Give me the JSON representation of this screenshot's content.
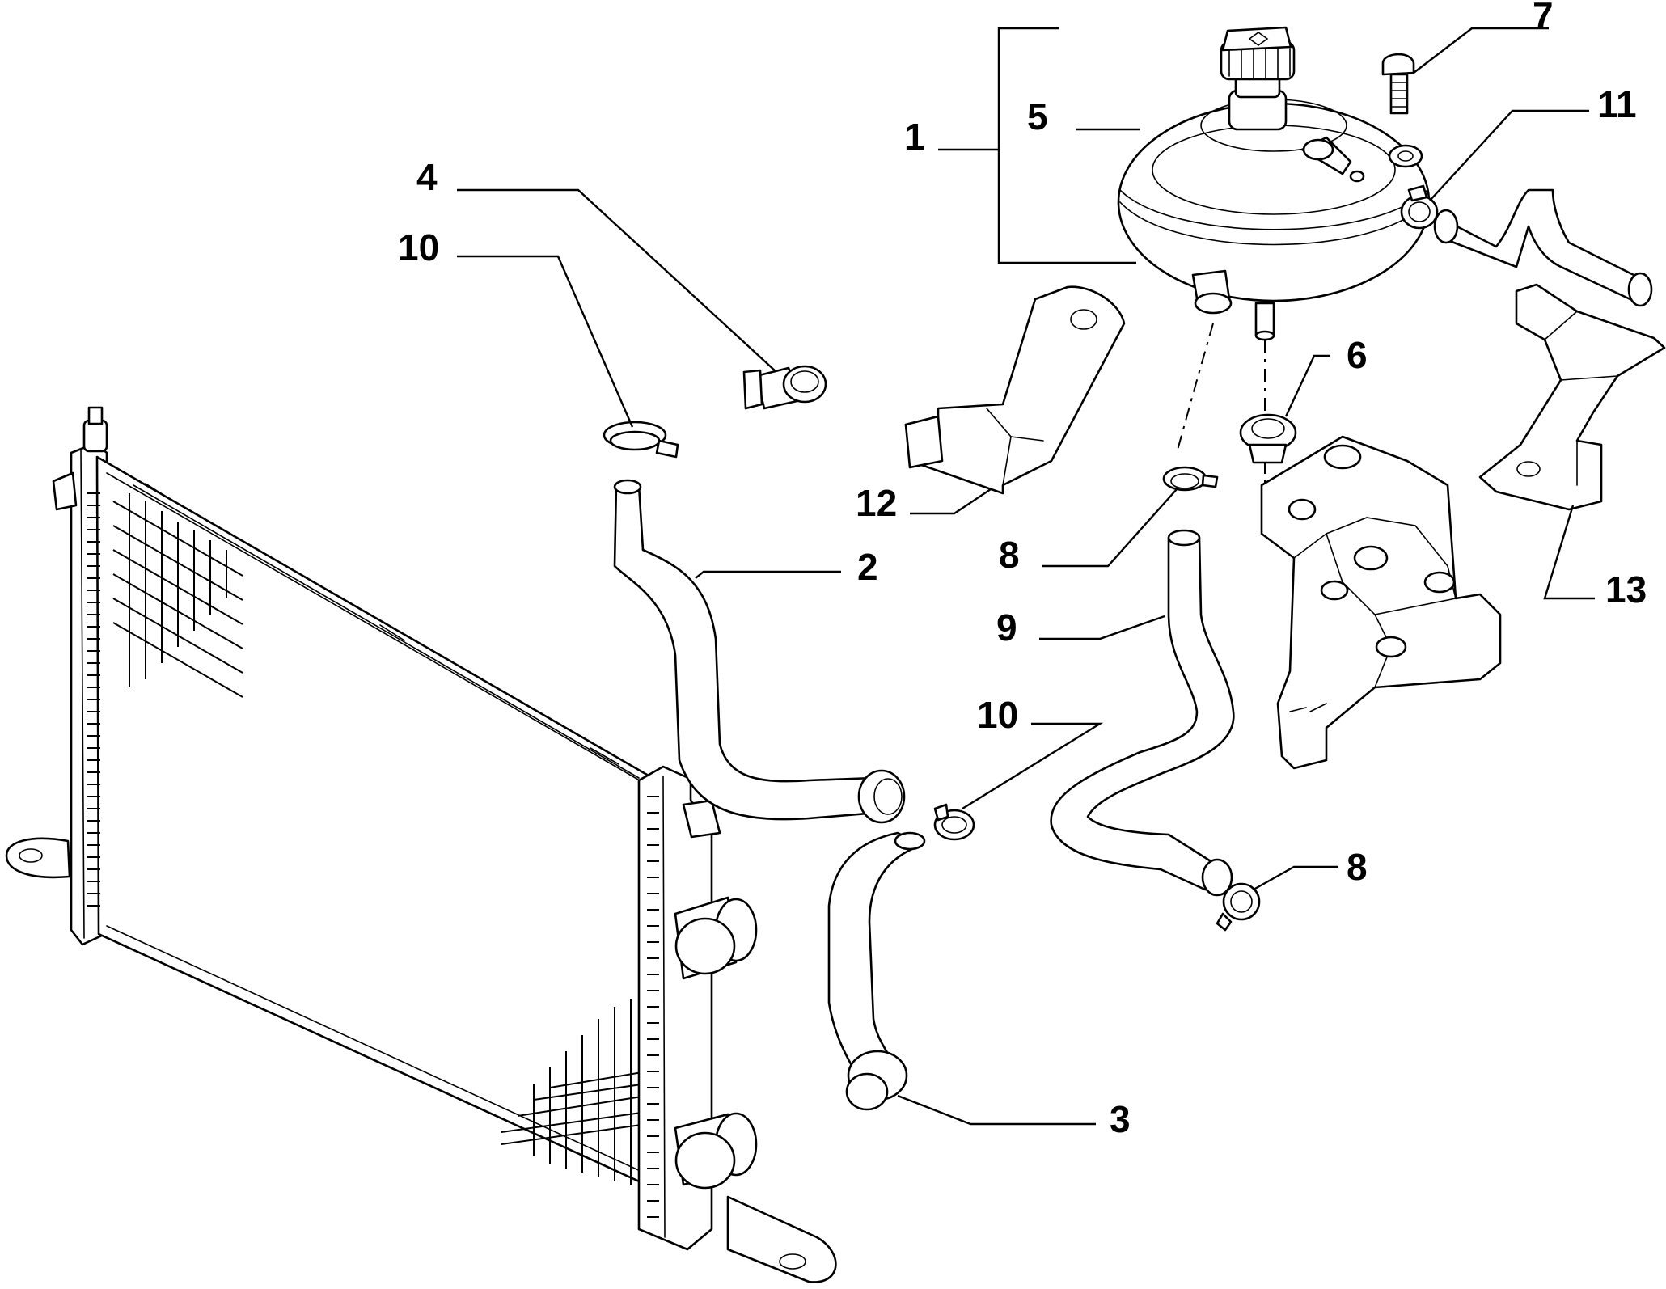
{
  "callouts": {
    "c1": "1",
    "c2": "2",
    "c3": "3",
    "c4": "4",
    "c5": "5",
    "c6": "6",
    "c7": "7",
    "c8a": "8",
    "c8b": "8",
    "c9": "9",
    "c10a": "10",
    "c10b": "10",
    "c11": "11",
    "c12": "12",
    "c13": "13"
  },
  "colors": {
    "line": "#000000",
    "background": "#ffffff"
  }
}
